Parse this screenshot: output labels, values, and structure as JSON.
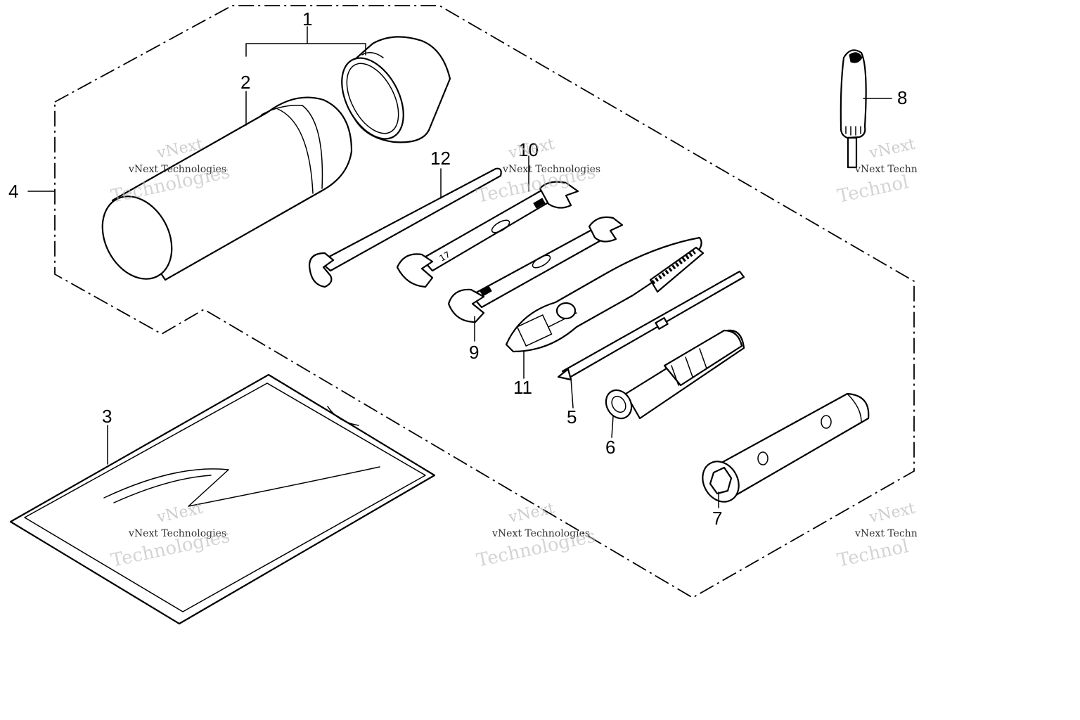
{
  "callouts": [
    {
      "id": "1",
      "label": "1"
    },
    {
      "id": "2",
      "label": "2"
    },
    {
      "id": "3",
      "label": "3"
    },
    {
      "id": "4",
      "label": "4"
    },
    {
      "id": "5",
      "label": "5"
    },
    {
      "id": "6",
      "label": "6"
    },
    {
      "id": "7",
      "label": "7"
    },
    {
      "id": "8",
      "label": "8"
    },
    {
      "id": "9",
      "label": "9"
    },
    {
      "id": "10",
      "label": "10"
    },
    {
      "id": "11",
      "label": "11"
    },
    {
      "id": "12",
      "label": "12"
    }
  ],
  "watermark": {
    "line1": "vNext",
    "line2": "vNext Technologies",
    "line3": "Technologies",
    "partial2": "vNext Techn",
    "partial3": "Technol"
  }
}
